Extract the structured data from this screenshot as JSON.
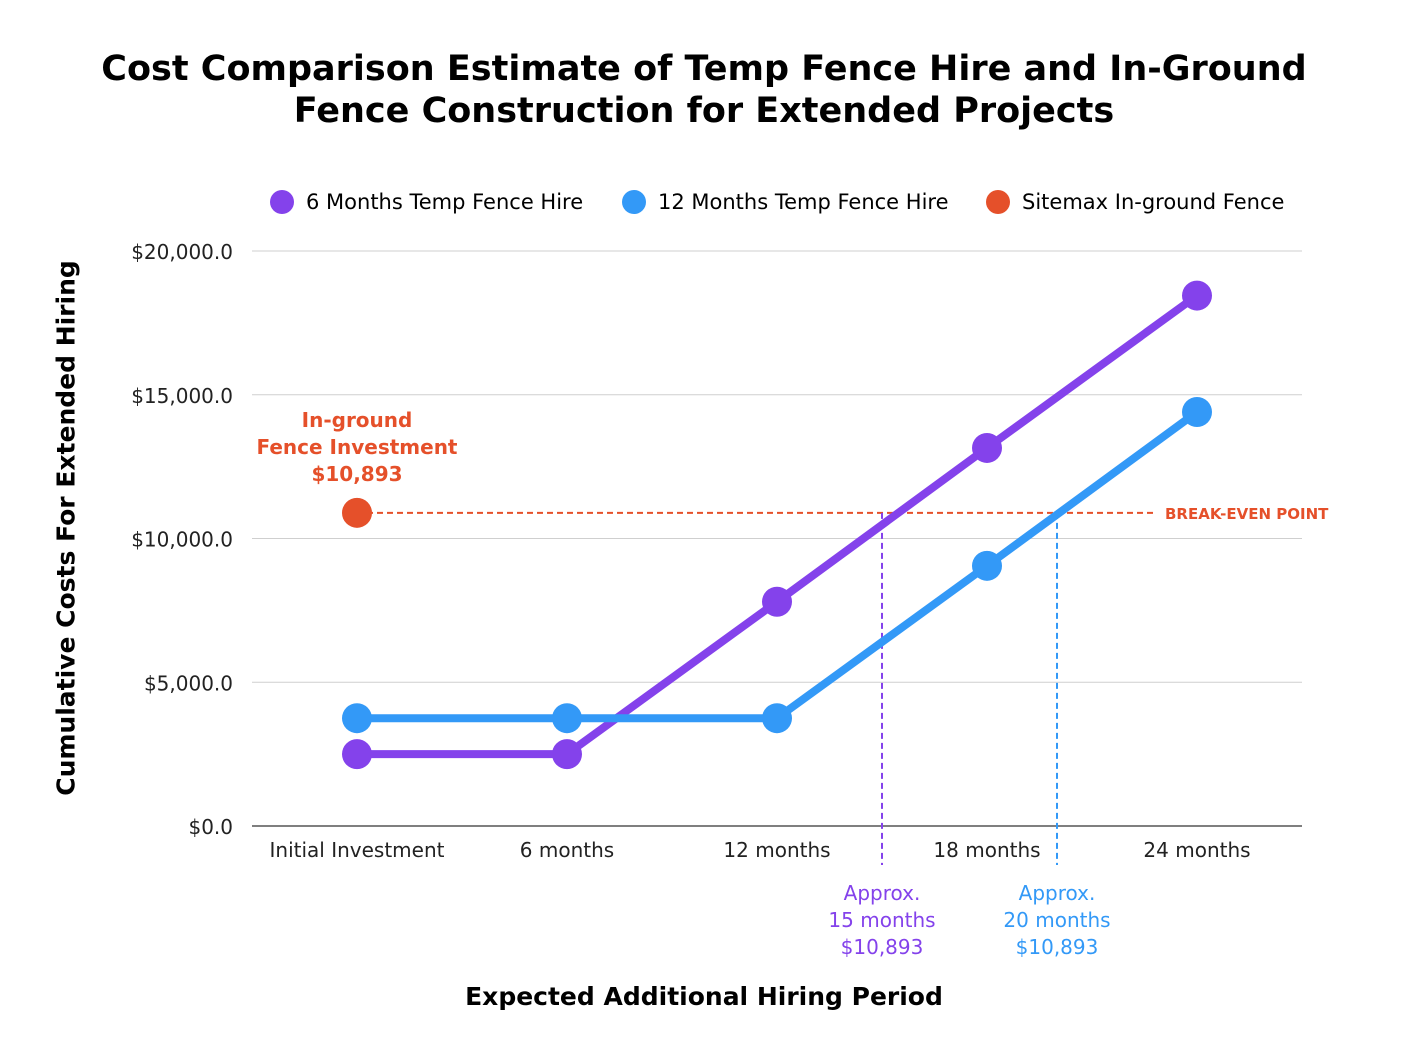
{
  "chart_data": {
    "type": "line",
    "title_lines": [
      "Cost Comparison Estimate of Temp Fence Hire and In-Ground",
      "Fence Construction for Extended Projects"
    ],
    "xlabel": "Expected Additional Hiring Period",
    "ylabel": "Cumulative Costs For Extended Hiring",
    "categories": [
      "Initial Investment",
      "6 months",
      "12 months",
      "18 months",
      "24 months"
    ],
    "ylim": [
      0,
      20000
    ],
    "y_ticks": [
      0,
      5000,
      10000,
      15000,
      20000
    ],
    "y_tick_labels": [
      "$0.0",
      "$5,000.0",
      "$10,000.0",
      "$15,000.0",
      "$20,000.0"
    ],
    "grid": true,
    "legend_position": "top",
    "series": [
      {
        "name": "6 Months Temp Fence Hire",
        "color": "#8442eb",
        "values": [
          2500,
          2500,
          7800,
          13150,
          18450
        ]
      },
      {
        "name": "12 Months Temp Fence Hire",
        "color": "#3399f7",
        "values": [
          3750,
          3750,
          3750,
          9050,
          14400
        ]
      },
      {
        "name": "Sitemax In-ground Fence",
        "color": "#e5502a",
        "values": [
          10893,
          null,
          null,
          null,
          null
        ]
      }
    ],
    "investment_annotation": {
      "lines": [
        "In-ground",
        "Fence Investment",
        "$10,893"
      ],
      "color": "#e5502a"
    },
    "break_even": {
      "label": "BREAK-EVEN POINT",
      "value": 10893,
      "color": "#e5502a"
    },
    "crossings": [
      {
        "x_months": 15,
        "color": "#8442eb",
        "lines": [
          "Approx.",
          "15 months",
          "$10,893"
        ]
      },
      {
        "x_months": 20,
        "color": "#3399f7",
        "lines": [
          "Approx.",
          "20 months",
          "$10,893"
        ]
      }
    ]
  }
}
